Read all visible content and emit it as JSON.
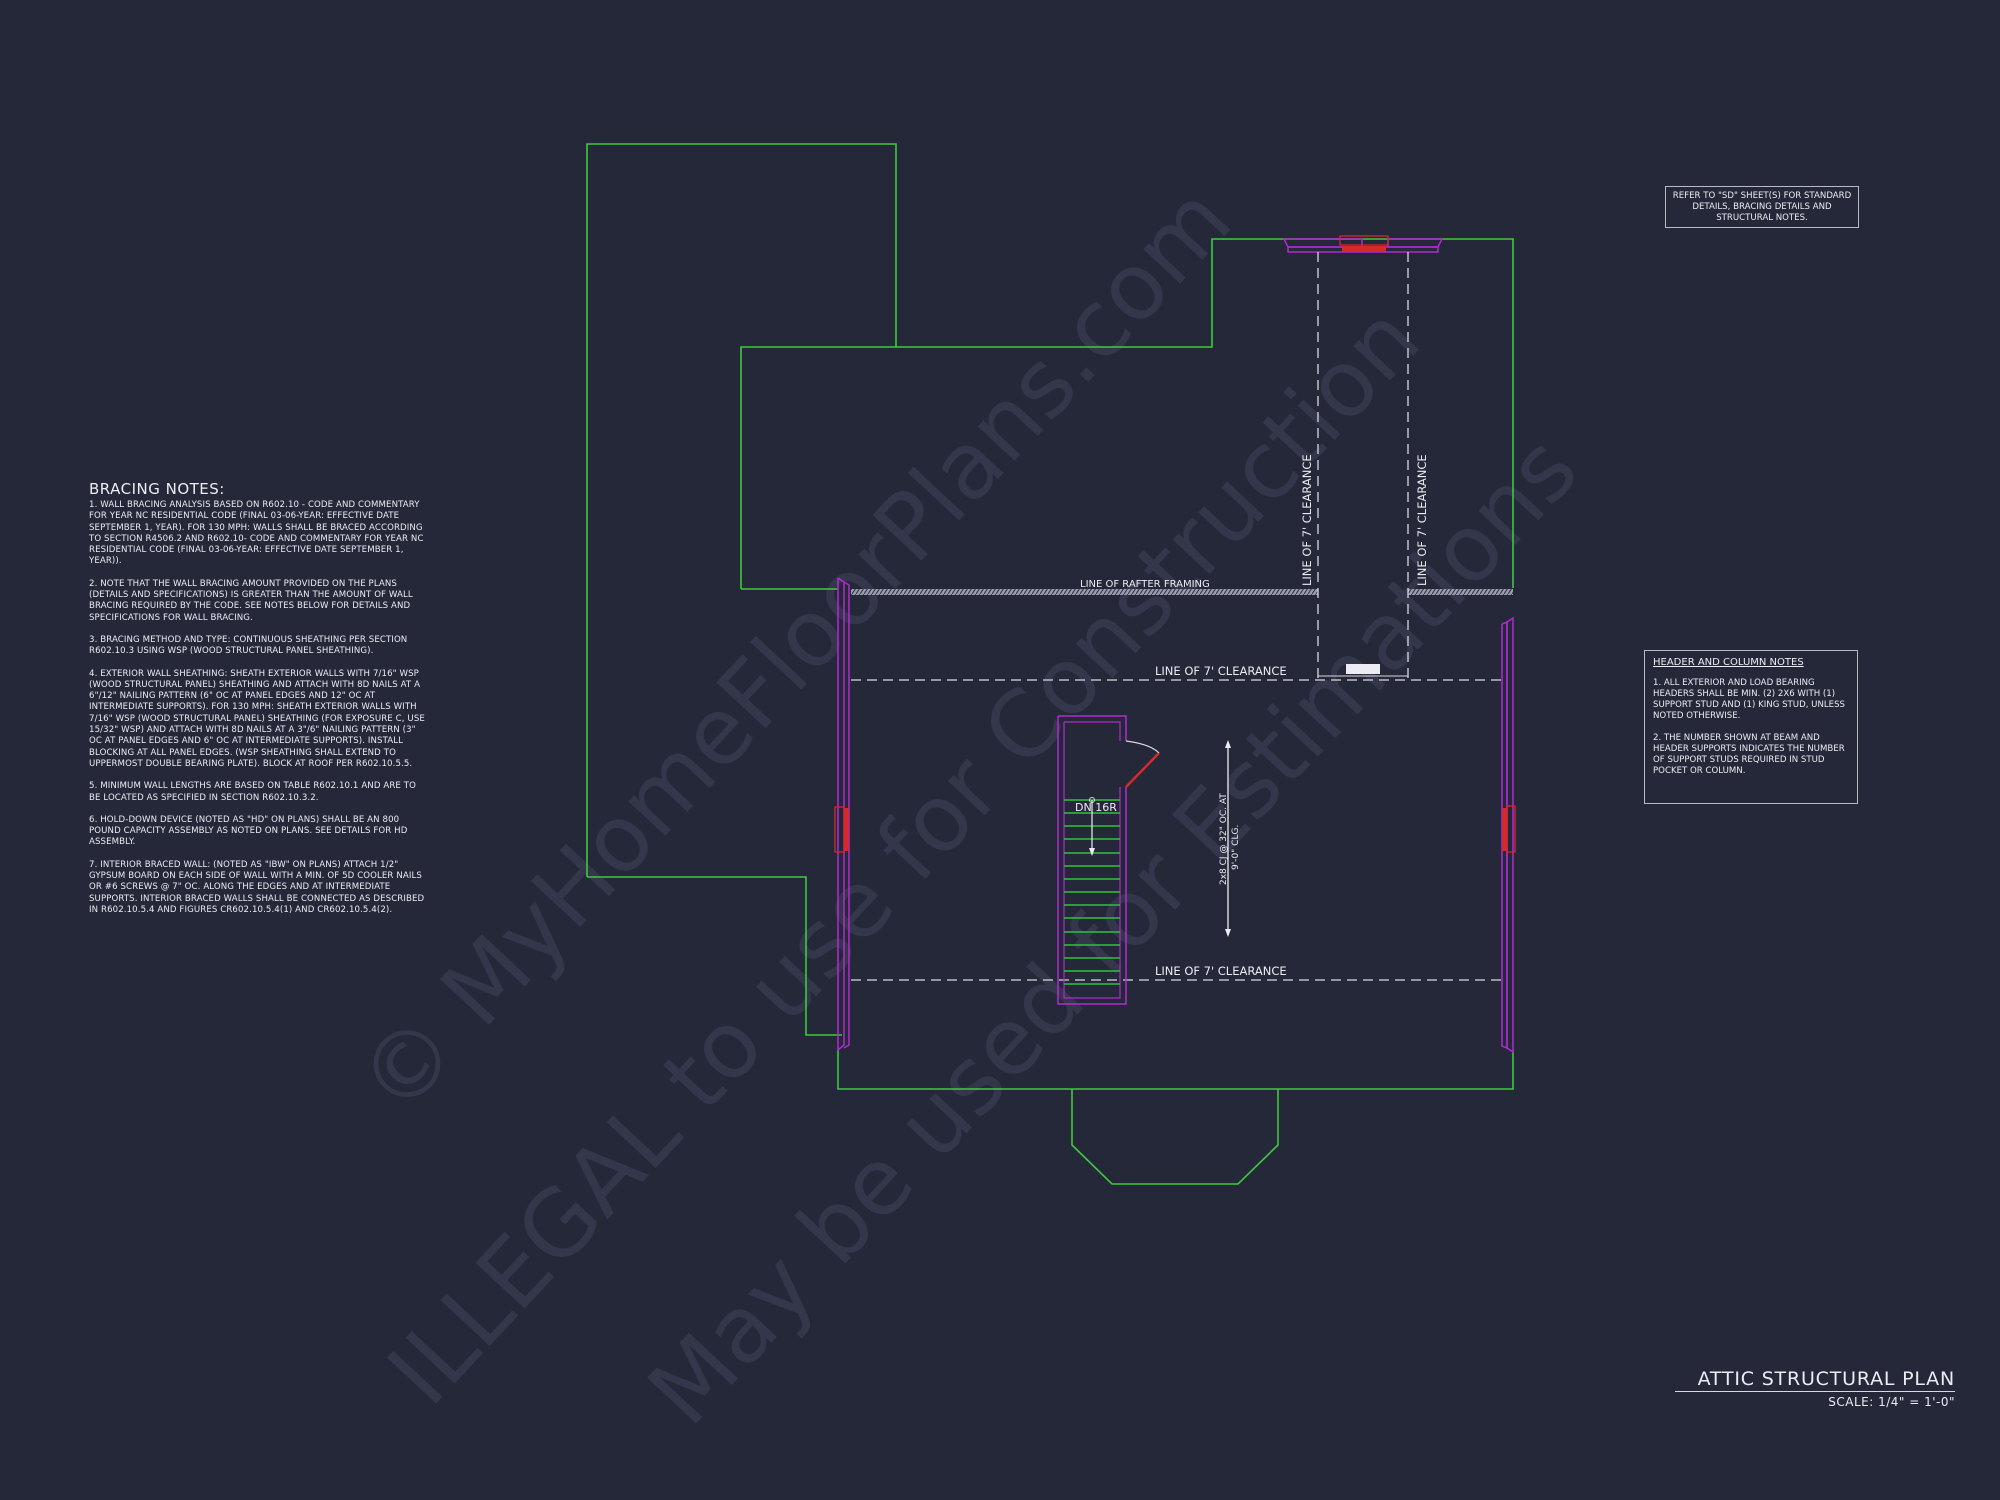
{
  "sheet": {
    "background": "#252839",
    "line_colors": {
      "outline": "#3ec93e",
      "wall": "#b02ad0",
      "header": "#d42a2a",
      "annotation": "#d8d8e0",
      "stair_tread": "#2fc13a"
    }
  },
  "bracing_notes": {
    "title": "BRACING NOTES:",
    "items": [
      "1. WALL BRACING ANALYSIS BASED ON R602.10 - CODE AND COMMENTARY FOR YEAR NC RESIDENTIAL CODE (FINAL 03-06-YEAR: EFFECTIVE DATE SEPTEMBER 1, YEAR). FOR 130 MPH: WALLS SHALL BE BRACED ACCORDING TO SECTION R4506.2 AND R602.10- CODE AND COMMENTARY FOR YEAR NC RESIDENTIAL CODE (FINAL 03-06-YEAR: EFFECTIVE DATE SEPTEMBER 1, YEAR)).",
      "2. NOTE THAT THE WALL BRACING AMOUNT PROVIDED ON THE PLANS (DETAILS AND SPECIFICATIONS) IS GREATER THAN THE AMOUNT OF WALL BRACING REQUIRED BY THE CODE. SEE NOTES BELOW FOR DETAILS AND SPECIFICATIONS FOR WALL BRACING.",
      "3. BRACING METHOD AND TYPE: CONTINUOUS SHEATHING PER SECTION R602.10.3 USING WSP (WOOD STRUCTURAL PANEL SHEATHING).",
      "4. EXTERIOR WALL SHEATHING: SHEATH EXTERIOR WALLS WITH 7/16\" WSP (WOOD STRUCTURAL PANEL) SHEATHING AND ATTACH WITH 8d NAILS AT A 6\"/12\" NAILING PATTERN (6\" OC AT PANEL EDGES AND 12\" OC AT INTERMEDIATE SUPPORTS). FOR 130 MPH: SHEATH EXTERIOR WALLS WITH 7/16\" WSP (WOOD STRUCTURAL PANEL) SHEATHING (FOR EXPOSURE C, USE 15/32\" WSP) AND ATTACH WITH 8d NAILS AT A 3\"/6\" NAILING PATTERN (3\" OC AT PANEL EDGES AND 6\" OC AT INTERMEDIATE SUPPORTS). INSTALL BLOCKING AT ALL PANEL EDGES. (WSP SHEATHING SHALL EXTEND TO UPPERMOST DOUBLE BEARING PLATE). BLOCK AT ROOF PER R602.10.5.5.",
      "5. MINIMUM WALL LENGTHS ARE BASED ON TABLE R602.10.1 AND ARE TO BE LOCATED AS SPECIFIED IN SECTION R602.10.3.2.",
      "6. HOLD-DOWN DEVICE (NOTED AS \"HD\" ON PLANS) SHALL BE AN 800 POUND CAPACITY ASSEMBLY AS NOTED ON PLANS. SEE DETAILS FOR HD ASSEMBLY.",
      "7. INTERIOR BRACED WALL: (NOTED AS \"IBW\" ON PLANS) ATTACH 1/2\" GYPSUM BOARD ON EACH SIDE OF WALL WITH A MIN. OF 5d COOLER NAILS OR #6 SCREWS @ 7\" OC. ALONG THE EDGES AND AT INTERMEDIATE SUPPORTS. INTERIOR BRACED WALLS SHALL BE CONNECTED AS DESCRIBED IN R602.10.5.4 AND FIGURES CR602.10.5.4(1) AND CR602.10.5.4(2)."
    ]
  },
  "refer_note": {
    "text": "REFER TO \"SD\" SHEET(S) FOR STANDARD DETAILS, BRACING DETAILS AND STRUCTURAL NOTES."
  },
  "header_column_notes": {
    "title": "HEADER AND COLUMN NOTES",
    "items": [
      "1. ALL EXTERIOR AND LOAD BEARING HEADERS SHALL BE MIN. (2) 2x6 WITH (1) SUPPORT STUD AND (1) KING STUD, UNLESS NOTED OTHERWISE.",
      "2. THE NUMBER SHOWN AT BEAM AND HEADER SUPPORTS INDICATES THE NUMBER OF SUPPORT STUDS REQUIRED IN STUD POCKET OR COLUMN."
    ]
  },
  "plan": {
    "rafter_label": "LINE OF RAFTER FRAMING",
    "clearance_label": "LINE OF 7' CLEARANCE",
    "clearance_label_vertical_1": "LINE OF 7' CLEARANCE",
    "clearance_label_vertical_2": "LINE OF 7' CLEARANCE",
    "clearance_label_top": "LINE OF 7' CLEARANCE",
    "clearance_label_bottom": "LINE OF 7' CLEARANCE",
    "stair_label": "DN 16R",
    "ceiling_joist_line1": "2x8 CJ @ 32\" OC. AT",
    "ceiling_joist_line2": "9'-0\" CLG.",
    "stair_tread_count": 15
  },
  "title_block": {
    "plan_name": "ATTIC STRUCTURAL PLAN",
    "scale": "SCALE: 1/4\" = 1'-0\""
  },
  "watermark": {
    "line1": "© MyHomeFloorPlans.com",
    "line2": "ILLEGAL to use for Construction",
    "line3": "May be used for Estimations"
  }
}
